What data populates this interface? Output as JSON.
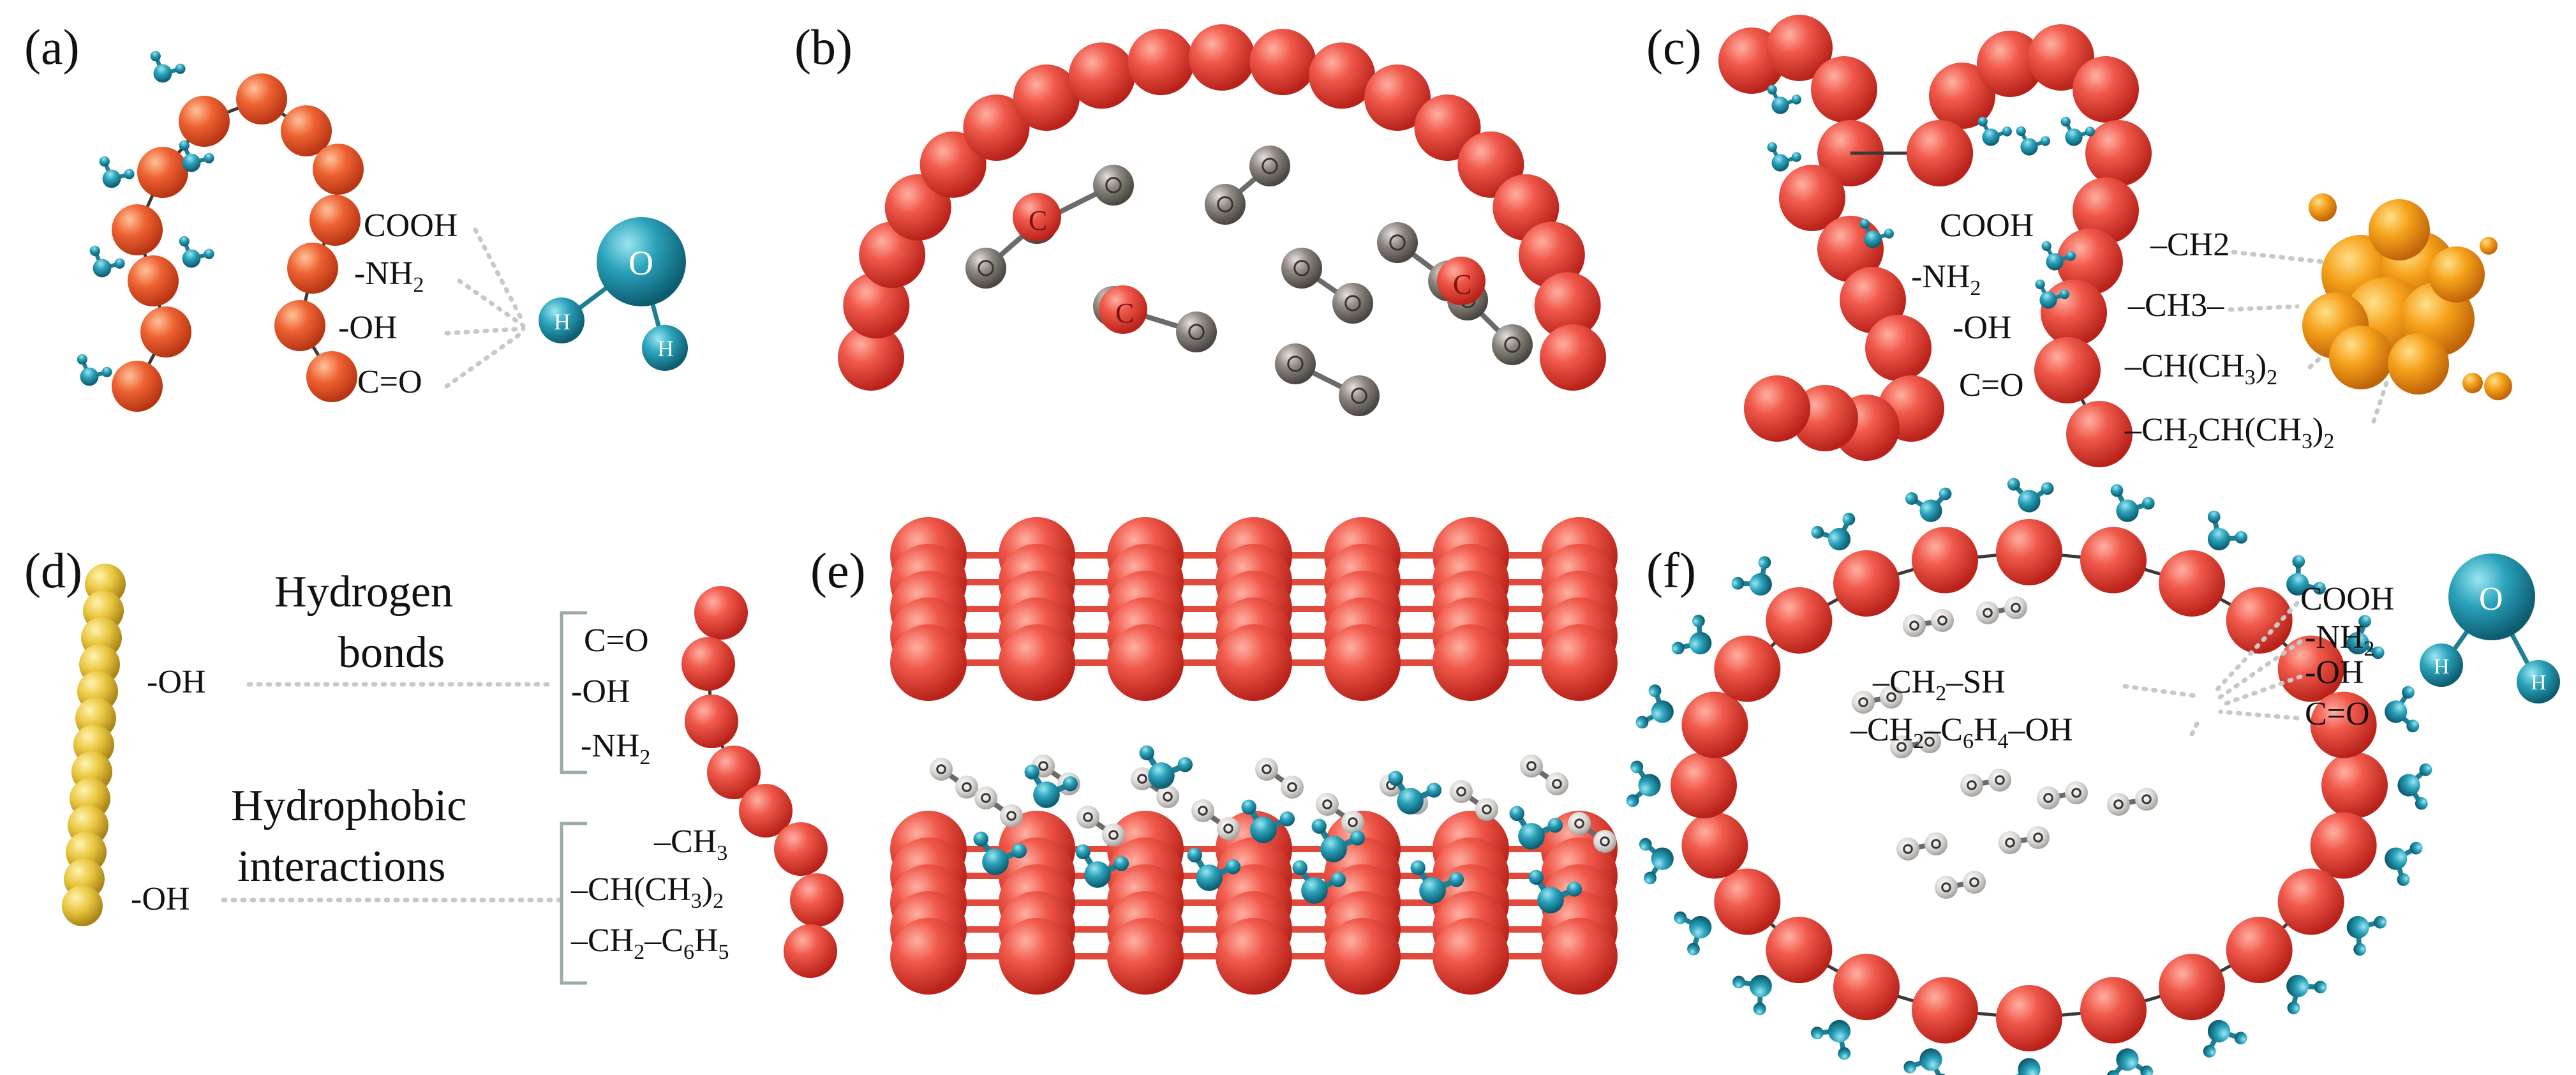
{
  "panels": {
    "a": {
      "label": "(a)",
      "groups": [
        "COOH",
        "-NH",
        "-OH",
        "C=O"
      ],
      "nh_sub": "2",
      "water": {
        "o": "O",
        "h": "H"
      }
    },
    "b": {
      "label": "(b)",
      "atom_o": "O",
      "atom_c": "C"
    },
    "c": {
      "label": "(c)",
      "groups": [
        "COOH",
        "-NH",
        "-OH",
        "C=O"
      ],
      "nh_sub": "2",
      "side_chains": [
        "–CH2",
        "–CH3–",
        "–CH(CH",
        "–CH",
        "CH(CH"
      ],
      "sub3": "3",
      "sub2": "2"
    },
    "d": {
      "label": "(d)",
      "oh_top": "-OH",
      "oh_bottom": "-OH",
      "hbonds": [
        "Hydrogen",
        "bonds"
      ],
      "hydrophobic": [
        "Hydrophobic",
        "interactions"
      ],
      "right_groups": [
        "C=O",
        "-OH",
        "-NH"
      ],
      "nh_sub": "2",
      "nonpolar": [
        "–CH",
        "–CH(CH",
        "–CH",
        "–C",
        "H"
      ],
      "sub3": "3",
      "sub2": "2",
      "sub6": "6",
      "sub5": "5"
    },
    "e": {
      "label": "(e)"
    },
    "f": {
      "label": "(f)",
      "groups": [
        "COOH",
        "-NH",
        "-OH",
        "C=O"
      ],
      "nh_sub": "2",
      "sh": "–CH",
      "sh2": "–SH",
      "tyr1": "–CH",
      "tyr2": "–C",
      "tyr3": "H",
      "tyr4": "–OH",
      "sub2": "2",
      "sub6": "6",
      "sub4": "4",
      "water": {
        "o": "O",
        "h": "H"
      }
    }
  },
  "colors": {
    "chain_red": "#e8463a",
    "chain_orange": "#ea5a2c",
    "water_teal": "#1b8ea6",
    "gas_grey": "#8a8480",
    "gold": "#f29a14",
    "yellow_chain": "#e8c23a"
  }
}
